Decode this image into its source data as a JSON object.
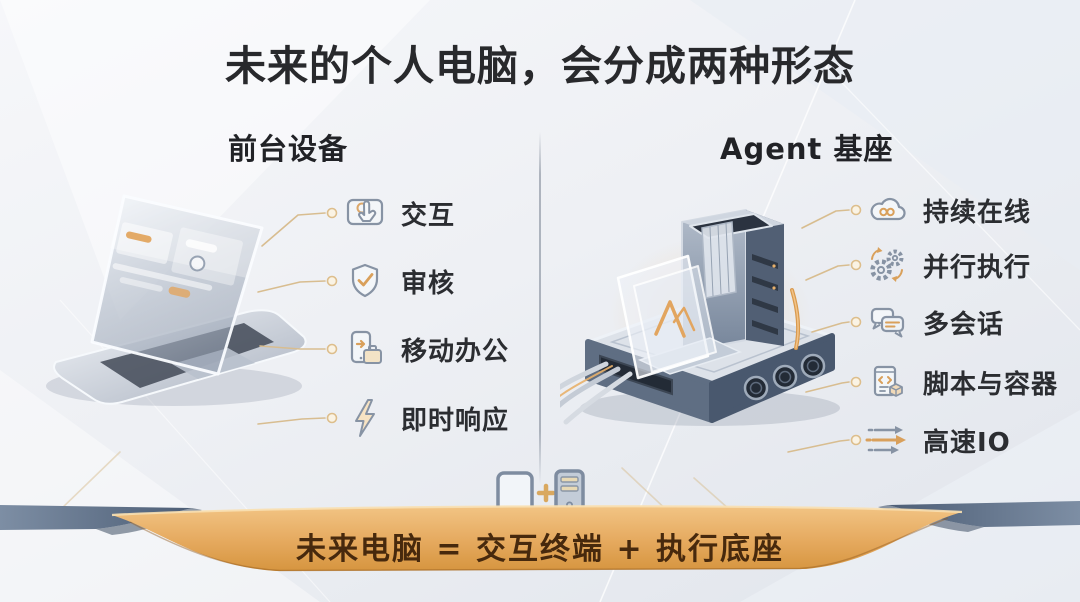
{
  "title": "未来的个人电脑，会分成两种形态",
  "left": {
    "header": "前台设备",
    "device": "translucent-laptop-illustration",
    "items": [
      {
        "icon": "tap-icon",
        "label": "交互"
      },
      {
        "icon": "shield-check-icon",
        "label": "审核"
      },
      {
        "icon": "mobile-office-icon",
        "label": "移动办公"
      },
      {
        "icon": "lightning-icon",
        "label": "即时响应"
      }
    ]
  },
  "right": {
    "header": "Agent 基座",
    "device": "server-base-illustration",
    "items": [
      {
        "icon": "cloud-infinity-icon",
        "label": "持续在线"
      },
      {
        "icon": "gears-icon",
        "label": "并行执行"
      },
      {
        "icon": "chat-bubbles-icon",
        "label": "多会话"
      },
      {
        "icon": "script-container-icon",
        "label": "脚本与容器"
      },
      {
        "icon": "speed-arrows-icon",
        "label": "高速IO"
      }
    ]
  },
  "footer": {
    "icon": "tablet-plus-tower-icon",
    "formula": "未来电脑 = 交互终端 + 执行底座"
  },
  "colors": {
    "accent_gold": "#d9a05b",
    "connector_gold": "#d8bd90",
    "ribbon_gold_light": "#f0bd7a",
    "ribbon_gold_dark": "#dd9c4c",
    "ribbon_navy": "#5d7089",
    "banner_text": "#47290d",
    "icon_stroke": "#8793a4",
    "text_dark": "#2b2d31"
  }
}
